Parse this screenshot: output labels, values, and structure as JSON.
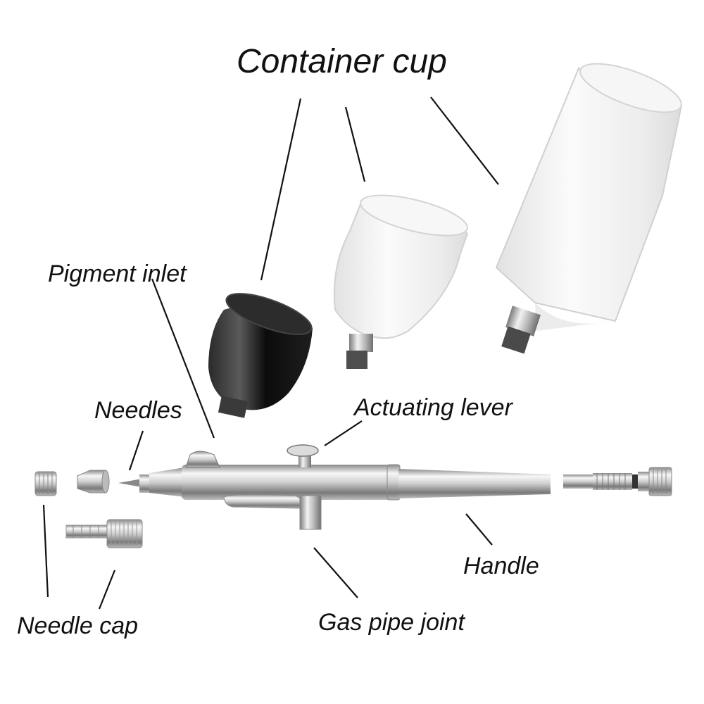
{
  "title": "Container cup",
  "labels": {
    "pigment_inlet": "Pigment inlet",
    "needles": "Needles",
    "actuating_lever": "Actuating lever",
    "handle": "Handle",
    "gas_pipe_joint": "Gas pipe joint",
    "needle_cap": "Needle cap"
  },
  "colors": {
    "chrome_light": "#f4f4f4",
    "chrome_mid": "#bdbdbd",
    "chrome_dark": "#6f6f6f",
    "black_cup": "#111111",
    "clear_cup": "#eeeeee",
    "line": "#111111"
  }
}
